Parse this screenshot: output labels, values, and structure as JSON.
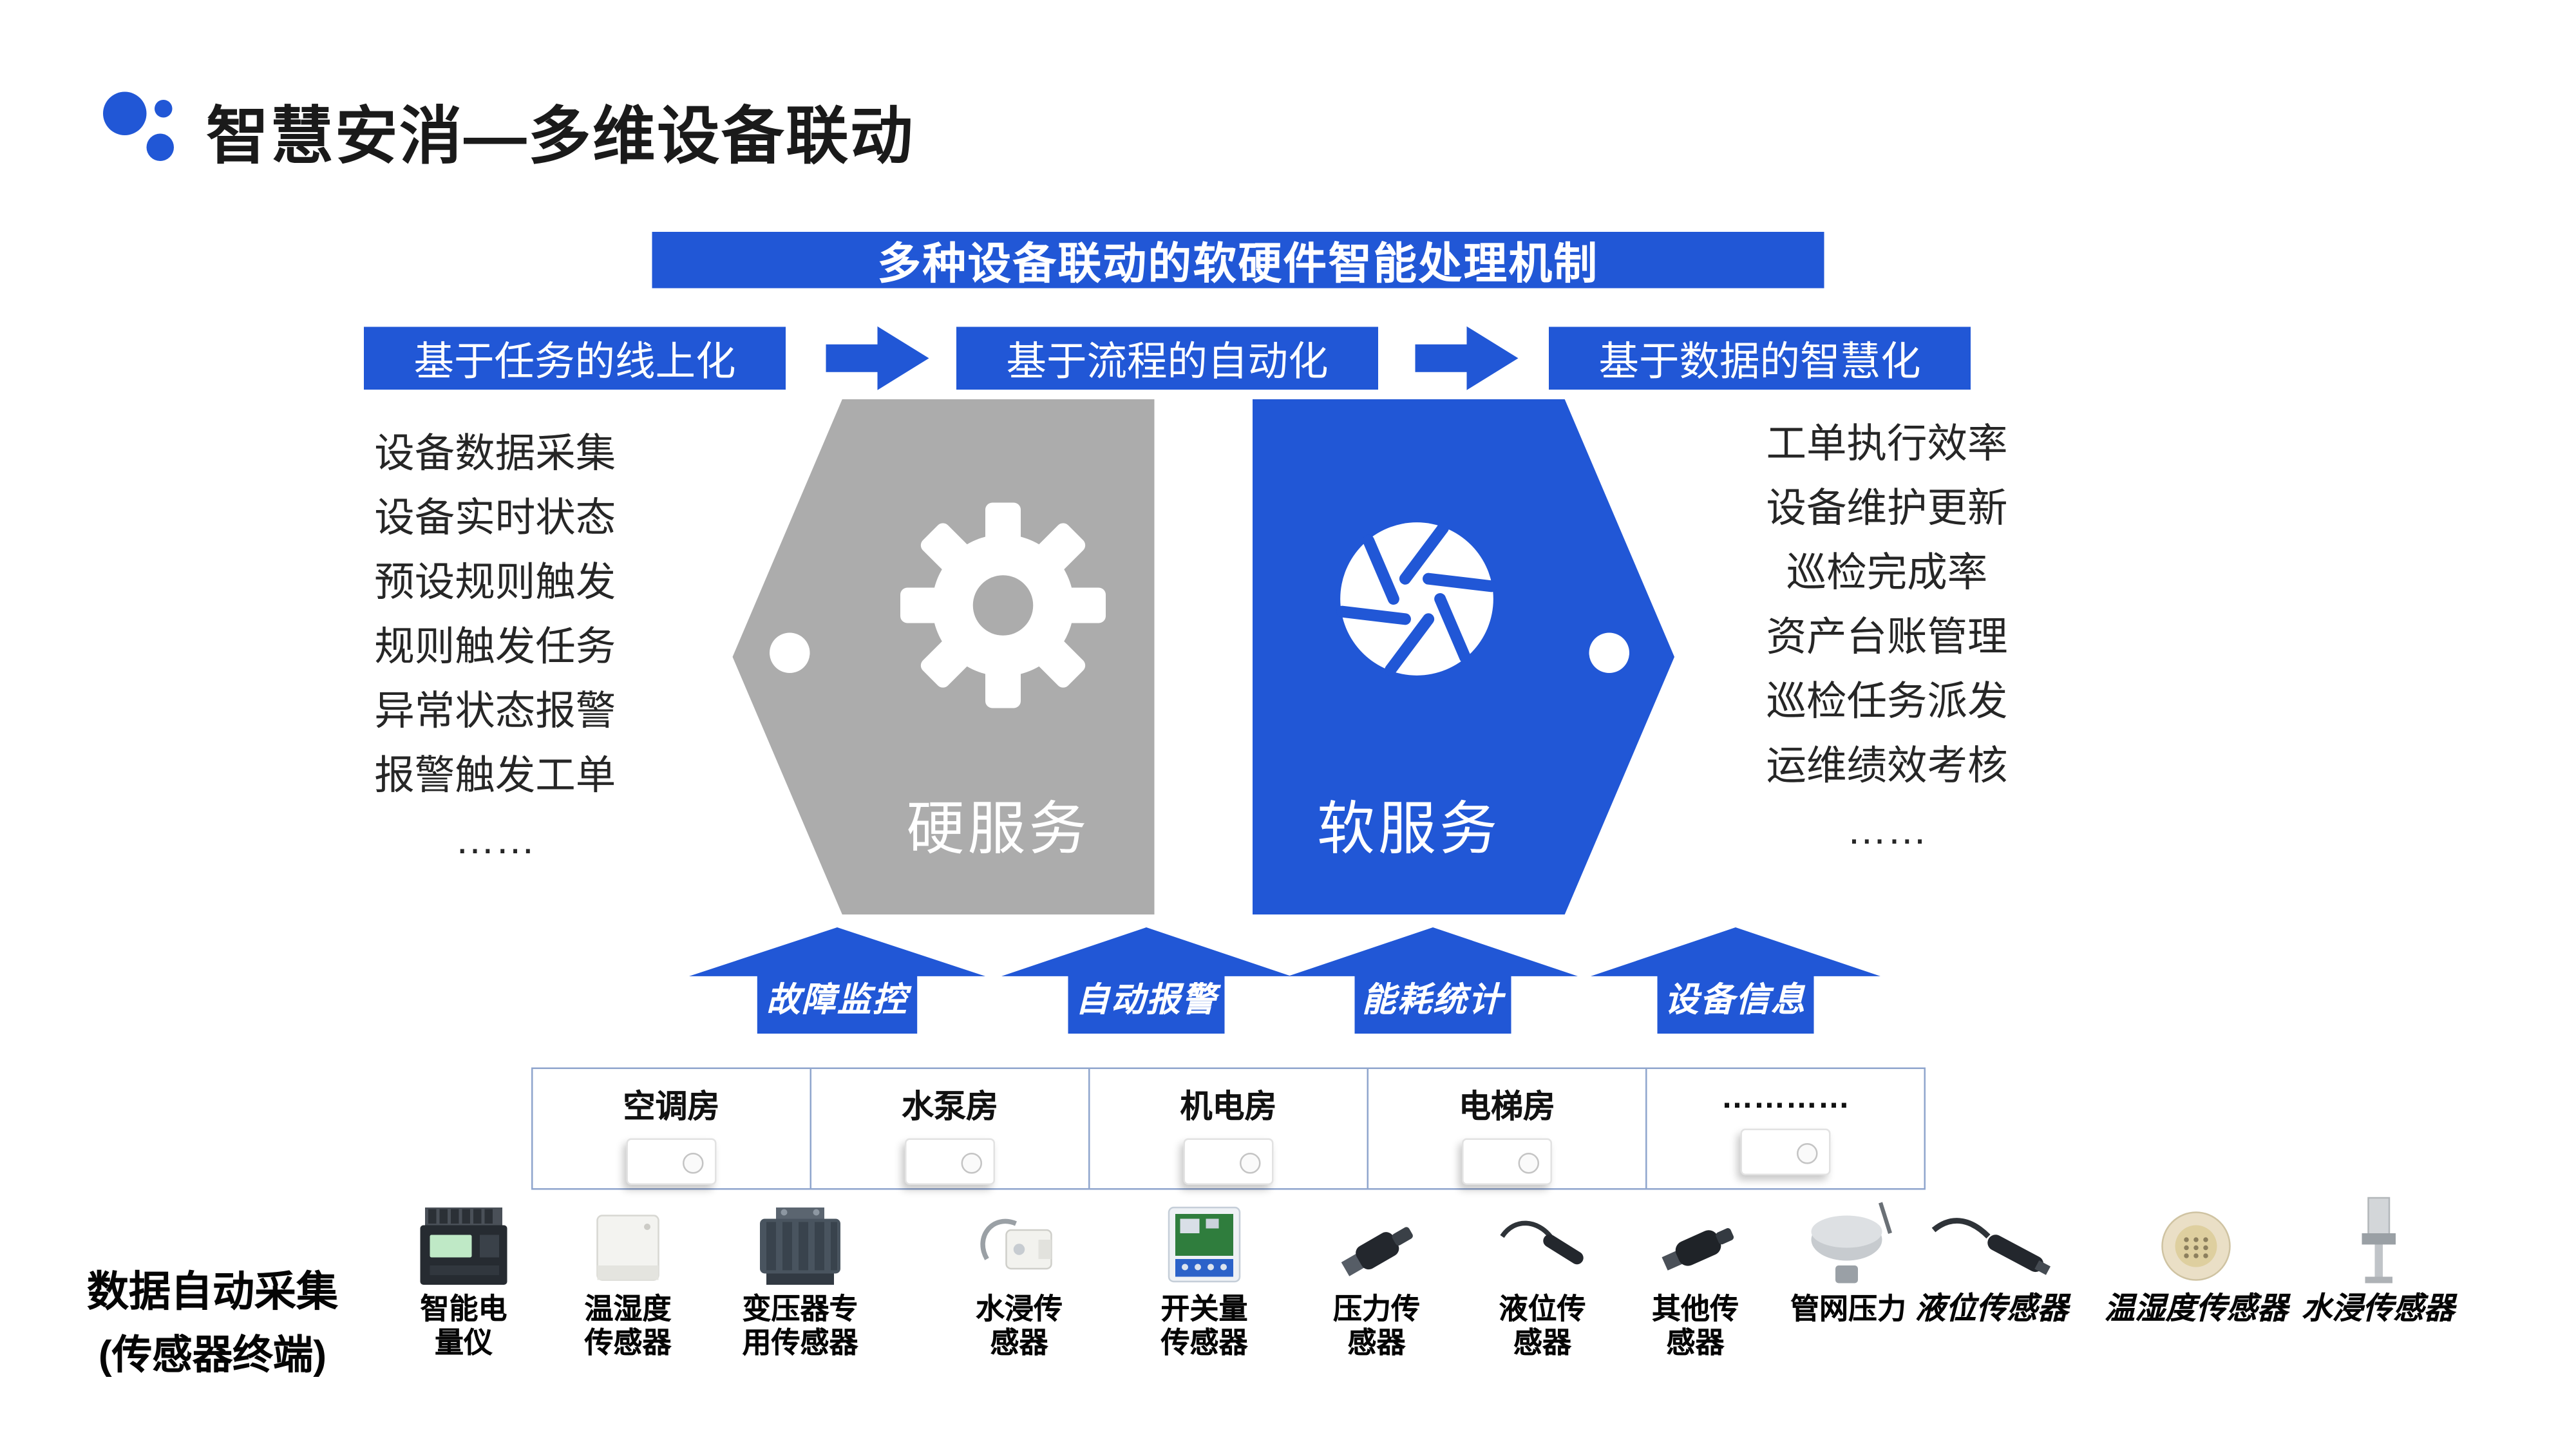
{
  "colors": {
    "accent_blue": "#2157D6",
    "hex_gray": "#ACACAC",
    "text_dark": "#1A1A1A"
  },
  "header": {
    "title": "智慧安消—多维设备联动",
    "logo": "three-dots-logo"
  },
  "banner": {
    "text": "多种设备联动的软硬件智能处理机制"
  },
  "stages": [
    {
      "label": "基于任务的线上化"
    },
    {
      "label": "基于流程的自动化"
    },
    {
      "label": "基于数据的智慧化"
    }
  ],
  "left_list": [
    "设备数据采集",
    "设备实时状态",
    "预设规则触发",
    "规则触发任务",
    "异常状态报警",
    "报警触发工单",
    "……"
  ],
  "right_list": [
    "工单执行效率",
    "设备维护更新",
    "巡检完成率",
    "资产台账管理",
    "巡检任务派发",
    "运维绩效考核",
    "……"
  ],
  "services": {
    "hard": {
      "label": "硬服务",
      "icon": "gear-icon"
    },
    "soft": {
      "label": "软服务",
      "icon": "aperture-icon"
    }
  },
  "data_flows": [
    "故障监控",
    "自动报警",
    "能耗统计",
    "设备信息"
  ],
  "rooms": [
    "空调房",
    "水泵房",
    "机电房",
    "电梯房",
    "…………"
  ],
  "collection": {
    "title_line1": "数据自动采集",
    "title_line2": "(传感器终端)",
    "sensors": [
      {
        "label": "智能电\n量仪",
        "icon": "smart-power-meter"
      },
      {
        "label": "温湿度\n传感器",
        "icon": "temp-humidity-sensor"
      },
      {
        "label": "变压器专\n用传感器",
        "icon": "transformer-sensor"
      },
      {
        "label": "水浸传\n感器",
        "icon": "water-leak-sensor"
      },
      {
        "label": "开关量\n传感器",
        "icon": "switch-signal-sensor"
      },
      {
        "label": "压力传\n感器",
        "icon": "pressure-sensor"
      },
      {
        "label": "液位传\n感器",
        "icon": "liquid-level-sensor"
      },
      {
        "label": "其他传\n感器",
        "icon": "other-sensor"
      },
      {
        "label": "管网压力",
        "icon": "pipe-pressure-sensor"
      },
      {
        "label": "液位传感器",
        "icon": "liquid-level-sensor-2",
        "italic": true
      },
      {
        "label": "温湿度传感器",
        "icon": "temp-humidity-sensor-2",
        "italic": true
      },
      {
        "label": "水浸传感器",
        "icon": "water-leak-sensor-2",
        "italic": true
      }
    ]
  }
}
